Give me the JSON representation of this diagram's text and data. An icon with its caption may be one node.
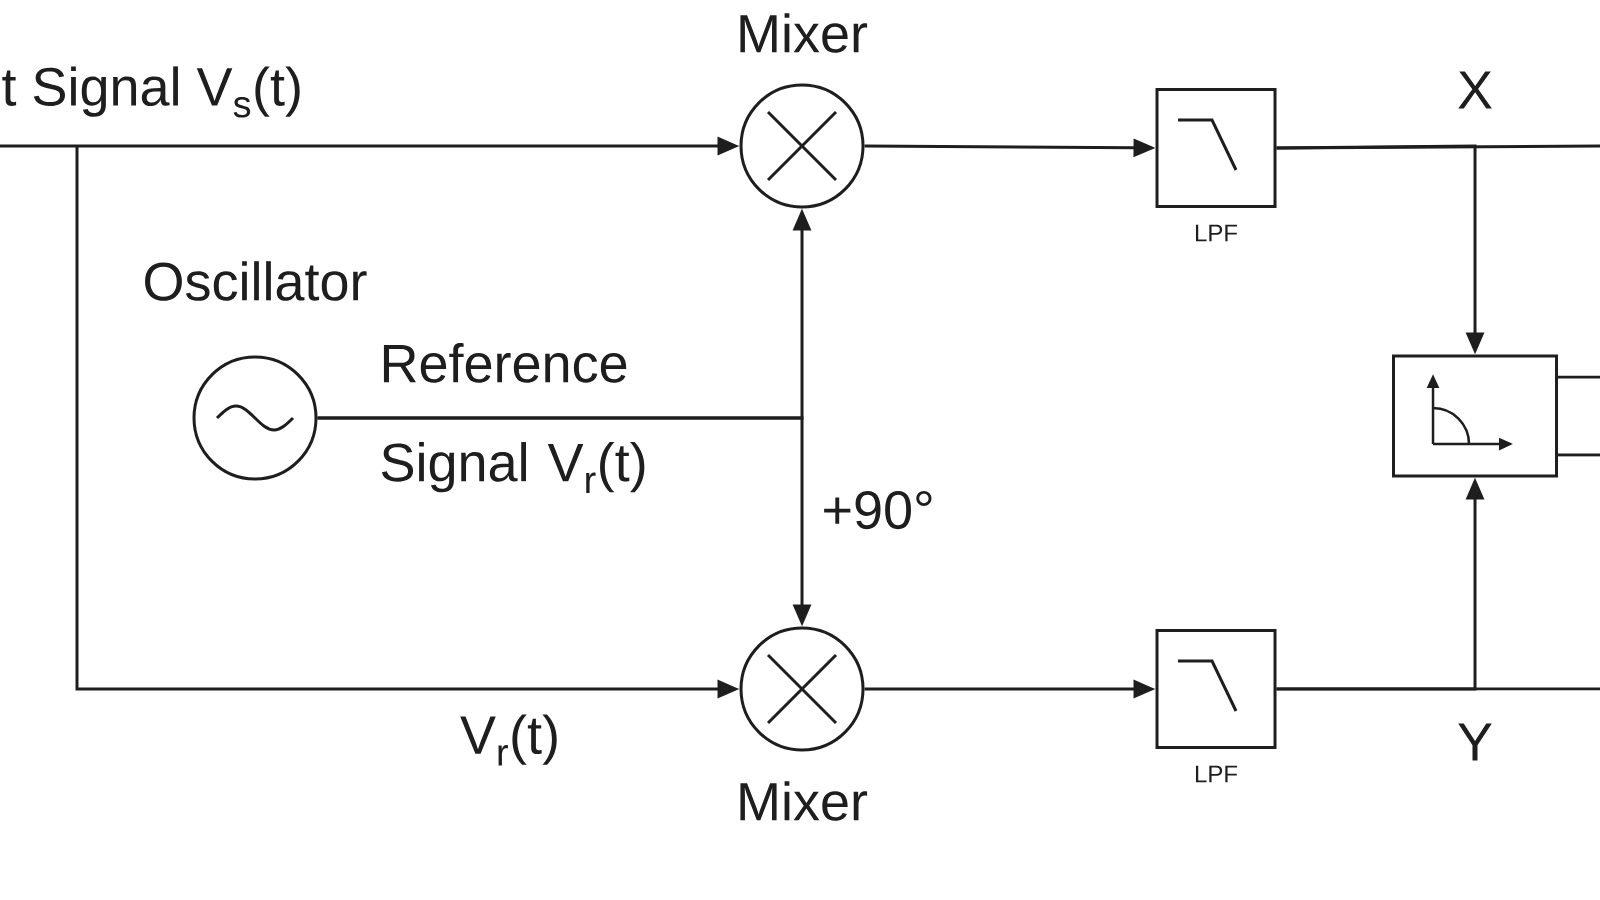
{
  "diagram": {
    "nodes": [
      {
        "text": [
          "t Signal V$_{s}$(t)"
        ]
      },
      {
        "text": [
          "Mixer"
        ]
      },
      {
        "text": [
          "Oscillator"
        ]
      },
      {
        "text": [
          "Mixer"
        ]
      },
      {
        "text": [
          "LPF"
        ]
      },
      {
        "text": [
          "LPF"
        ]
      },
      {
        "text": [],
        "shape": "box"
      }
    ],
    "edges": [
      {
        "from": 0,
        "to": 1,
        "arrow": "to"
      },
      {
        "from": 0,
        "to": 3,
        "arrow": "to",
        "label": "V$_{r}$(t)"
      },
      {
        "from": 2,
        "to": 1,
        "arrow": "to",
        "label": "Reference Signal V$_{r}$(t)"
      },
      {
        "from": 2,
        "to": 3,
        "arrow": "to",
        "label": "+90°"
      },
      {
        "from": 1,
        "to": 4,
        "arrow": "to"
      },
      {
        "from": 3,
        "to": 5,
        "arrow": "to"
      },
      {
        "from": 4,
        "to": 6,
        "arrow": "to",
        "label": "X"
      },
      {
        "from": 5,
        "to": 6,
        "arrow": "to",
        "label": "Y"
      },
      {
        "from": 4,
        "to": null,
        "arrow": "none"
      },
      {
        "from": 5,
        "to": null,
        "arrow": "none"
      },
      {
        "from": 6,
        "to": null,
        "arrow": "none"
      },
      {
        "from": 6,
        "to": null,
        "arrow": "none"
      }
    ]
  }
}
